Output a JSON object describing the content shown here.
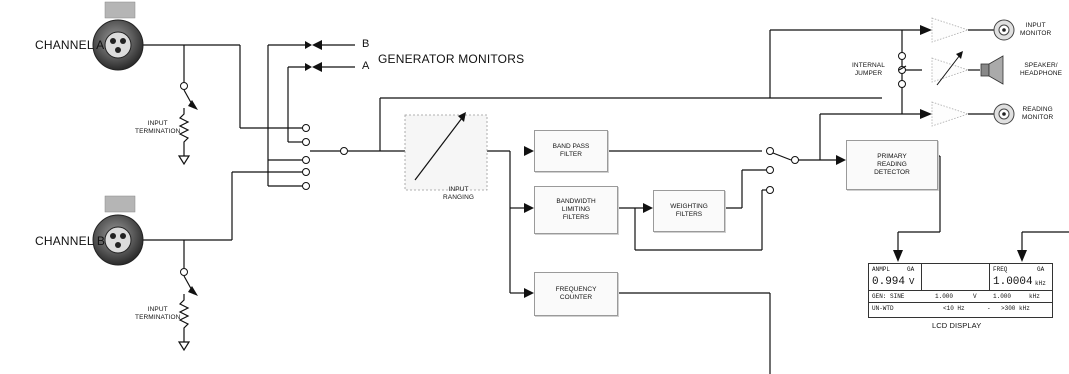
{
  "labels": {
    "channel_a": "CHANNEL A",
    "channel_b": "CHANNEL B",
    "generator_monitors": "GENERATOR MONITORS",
    "gen_b": "B",
    "gen_a": "A",
    "input_termination_a": "INPUT\nTERMINATION",
    "input_termination_b": "INPUT\nTERMINATION",
    "input_ranging": "INPUT\nRANGING",
    "internal_jumper": "INTERNAL\nJUMPER",
    "input_monitor": "INPUT\nMONITOR",
    "speaker_headphone": "SPEAKER/\nHEADPHONE",
    "reading_monitor": "READING\nMONITOR",
    "lcd_display": "LCD DISPLAY"
  },
  "blocks": {
    "band_pass_filter": "BAND PASS\nFILTER",
    "bandwidth_limiting_filters": "BANDWIDTH\nLIMITING\nFILTERS",
    "weighting_filters": "WEIGHTING\nFILTERS",
    "frequency_counter": "FREQUENCY\nCOUNTER",
    "primary_reading_detector": "PRIMARY\nREADING\nDETECTOR"
  },
  "lcd": {
    "r1_left_label": "ANMPL",
    "r1_left_ch": "GA",
    "r1_left_value": "0.994",
    "r1_left_unit": "V",
    "r1_right_label": "FREQ",
    "r1_right_ch": "GA",
    "r1_right_value": "1.0004",
    "r1_right_unit": "kHz",
    "r2_gen": "GEN: SINE",
    "r2_amp": "1.000",
    "r2_amp_unit": "V",
    "r2_freq": "1.000",
    "r2_freq_unit": "kHz",
    "r3_mode": "UN-WTD",
    "r3_low": "<10 Hz",
    "r3_dash": "-",
    "r3_high": ">300 kHz"
  }
}
